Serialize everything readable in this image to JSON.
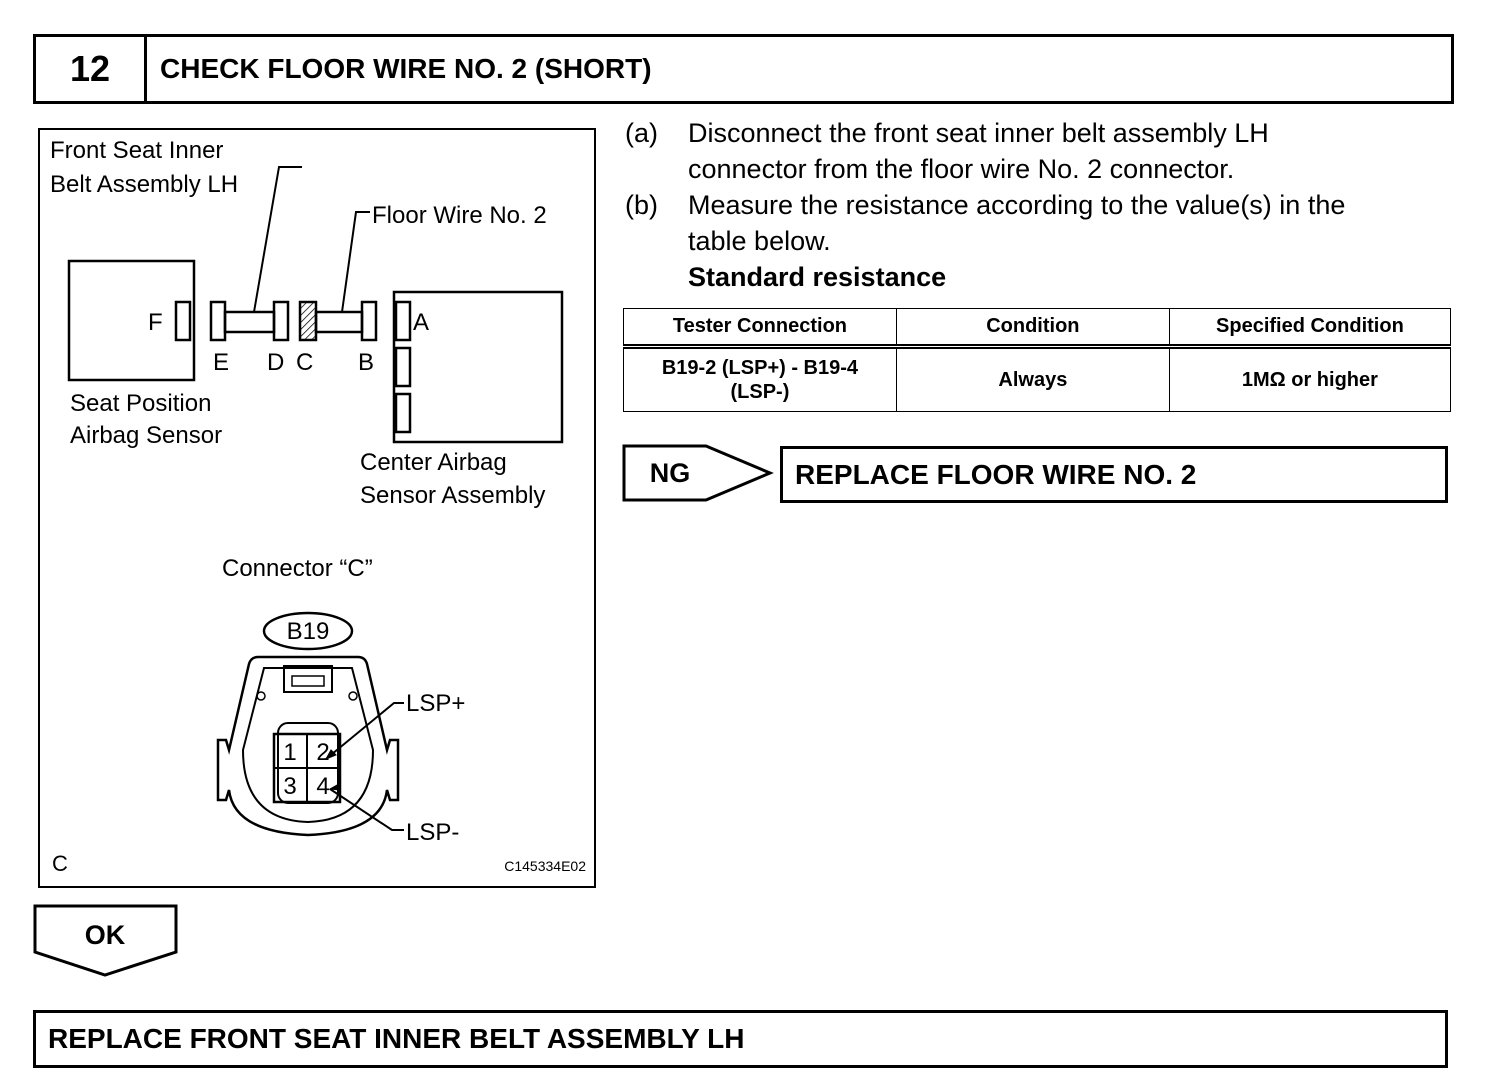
{
  "step": {
    "number": "12",
    "title": "CHECK FLOOR WIRE NO. 2 (SHORT)"
  },
  "figure": {
    "labels": {
      "front_seat_line1": "Front Seat Inner",
      "front_seat_line2": "Belt Assembly LH",
      "floor_wire": "Floor Wire No. 2",
      "seat_pos_line1": "Seat Position",
      "seat_pos_line2": "Airbag Sensor",
      "center_line1": "Center Airbag",
      "center_line2": "Sensor Assembly",
      "connector_title": "Connector “C”",
      "connector_code": "B19",
      "lsp_plus": "LSP+",
      "lsp_minus": "LSP-",
      "corner_letter": "C",
      "figure_id": "C145334E02"
    },
    "connector_letters": {
      "a": "A",
      "b": "B",
      "c": "C",
      "d": "D",
      "e": "E",
      "f": "F"
    },
    "pins": [
      "1",
      "2",
      "3",
      "4"
    ]
  },
  "instructions": [
    {
      "label": "(a)",
      "lines": [
        "Disconnect the front seat inner belt assembly LH",
        "connector from the floor wire No. 2 connector."
      ]
    },
    {
      "label": "(b)",
      "lines": [
        "Measure the resistance according to the value(s) in the",
        "table below."
      ]
    }
  ],
  "standard_heading": "Standard resistance",
  "table": {
    "headers": [
      "Tester Connection",
      "Condition",
      "Specified Condition"
    ],
    "row": {
      "connection_line1": "B19-2 (LSP+) - B19-4",
      "connection_line2": "(LSP-)",
      "condition": "Always",
      "specified": "1MΩ or higher"
    }
  },
  "ng": {
    "label": "NG",
    "action": "REPLACE FLOOR WIRE NO. 2"
  },
  "ok": {
    "label": "OK",
    "action": "REPLACE FRONT SEAT INNER BELT ASSEMBLY LH"
  }
}
